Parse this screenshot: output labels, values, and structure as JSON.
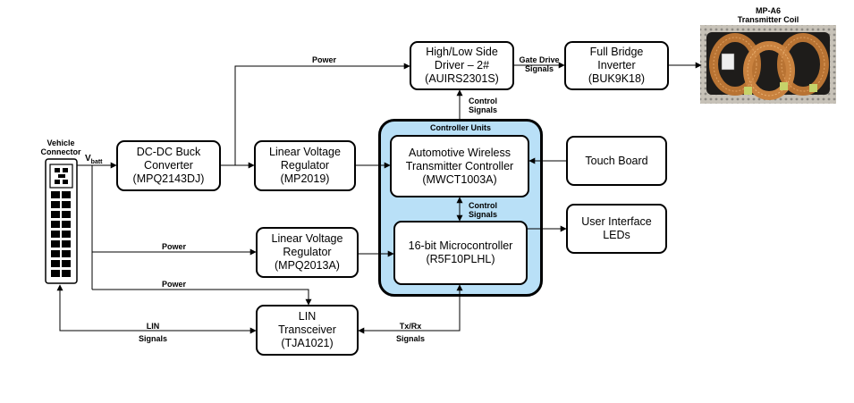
{
  "colors": {
    "controller_fill": "#b9e0f7",
    "line": "#000000",
    "block_fill": "#ffffff"
  },
  "vehicle_connector": {
    "title_line1": "Vehicle",
    "title_line2": "Connector"
  },
  "vbatt": {
    "main": "V",
    "sub": "batt"
  },
  "blocks": {
    "dcdc": {
      "line1": "DC-DC Buck",
      "line2": "Converter",
      "line3": "(MPQ2143DJ)"
    },
    "lin_reg1": {
      "line1": "Linear Voltage",
      "line2": "Regulator",
      "line3": "(MP2019)"
    },
    "lin_reg2": {
      "line1": "Linear Voltage",
      "line2": "Regulator",
      "line3": "(MPQ2013A)"
    },
    "lin_trx": {
      "line1": "LIN",
      "line2": "Transceiver",
      "line3": "(TJA1021)"
    },
    "driver": {
      "line1": "High/Low Side",
      "line2": "Driver – 2#",
      "line3": "(AUIRS2301S)"
    },
    "bridge": {
      "line1": "Full Bridge",
      "line2": "Inverter",
      "line3": "(BUK9K18)"
    },
    "wtc": {
      "line1": "Automotive Wireless",
      "line2": "Transmitter Controller",
      "line3": "(MWCT1003A)"
    },
    "mcu": {
      "line1": "16-bit Microcontroller",
      "line2": "(R5F10PLHL)"
    },
    "touch": {
      "line1": "Touch Board"
    },
    "ui_leds": {
      "line1": "User Interface",
      "line2": "LEDs"
    }
  },
  "controller_units": {
    "title": "Controller Units"
  },
  "coil": {
    "title_line1": "MP-A6",
    "title_line2": "Transmitter Coil"
  },
  "labels": {
    "power_top": "Power",
    "power_mid": "Power",
    "power_low": "Power",
    "gate_drive_1": "Gate Drive",
    "gate_drive_2": "Signals",
    "control_top_1": "Control",
    "control_top_2": "Signals",
    "control_mid_1": "Control",
    "control_mid_2": "Signals",
    "lin_1": "LIN",
    "lin_2": "Signals",
    "txrx_1": "Tx/Rx",
    "txrx_2": "Signals"
  }
}
